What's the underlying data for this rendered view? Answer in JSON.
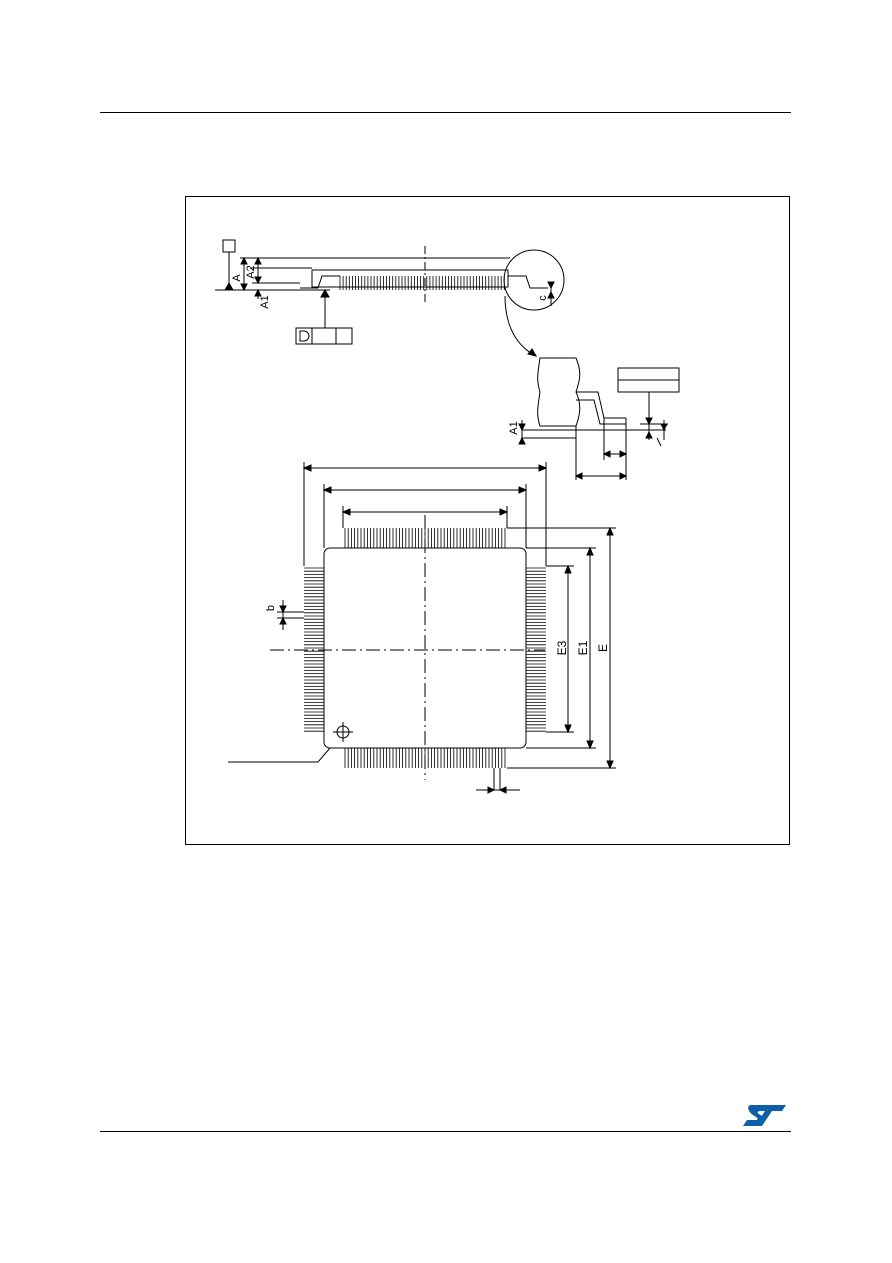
{
  "labels": {
    "A": "A",
    "A2": "A2",
    "A1_side": "A1",
    "c": "c",
    "A1_detail": "A1",
    "b": "b",
    "E3": "E3",
    "E1": "E1",
    "E": "E"
  },
  "logo": {
    "icon": "st-logo-icon",
    "color": "#0f5ea8"
  },
  "colors": {
    "line": "#000000",
    "background": "#ffffff"
  }
}
